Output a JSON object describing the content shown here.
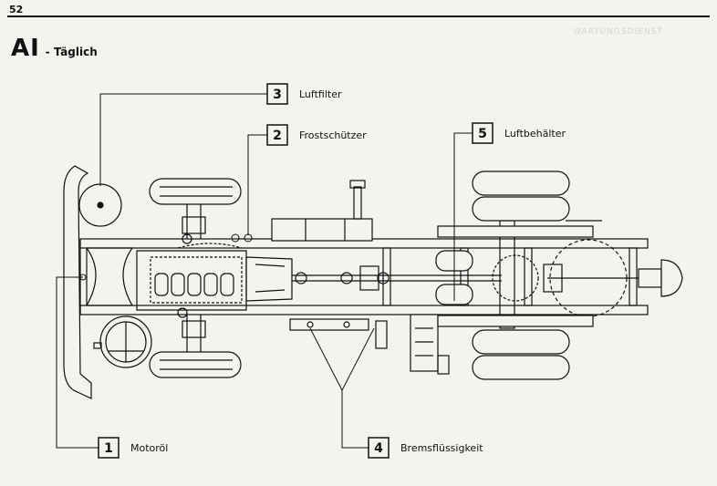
{
  "page": {
    "number": "52",
    "title": "AI",
    "subtitle": "- Täglich",
    "ghost_text": "WARTUNGSDIENST"
  },
  "callouts": [
    {
      "id": "3",
      "label": "Luftfilter"
    },
    {
      "id": "2",
      "label": "Frostschützer"
    },
    {
      "id": "5",
      "label": "Luftbehälter"
    },
    {
      "id": "1",
      "label": "Motoröl"
    },
    {
      "id": "4",
      "label": "Bremsflüssigkeit"
    }
  ],
  "colors": {
    "ink": "#111111",
    "paper": "#f4f3ef"
  }
}
